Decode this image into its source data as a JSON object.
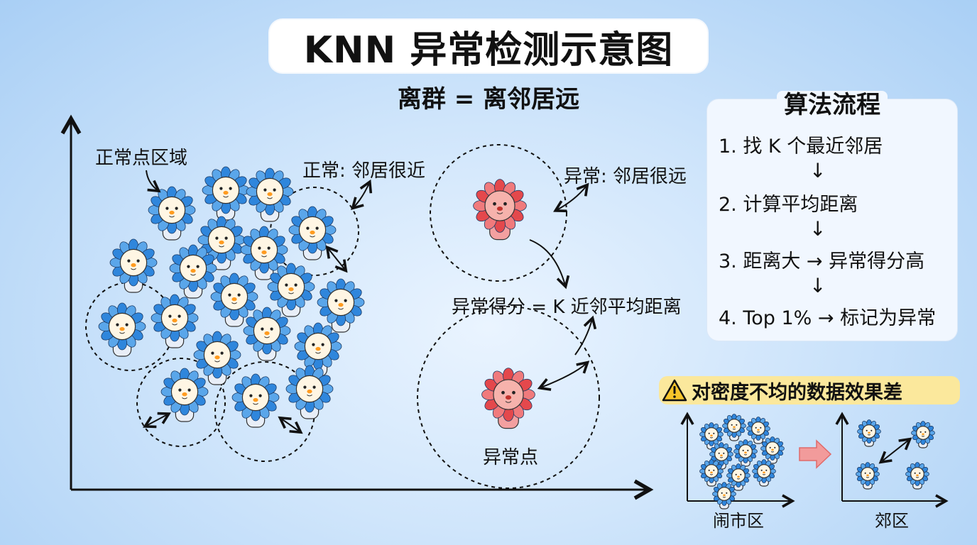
{
  "title": "KNN 异常检测示意图",
  "subtitle": "离群 = 离邻居远",
  "labels": {
    "normal_region": "正常点区域",
    "normal_near": "正常: 邻居很近",
    "anomaly_far": "异常: 邻居很远",
    "score_formula": "异常得分 = K 近邻平均距离",
    "anomaly_point": "异常点"
  },
  "algorithm": {
    "title": "算法流程",
    "steps": [
      "1. 找 K 个最近邻居",
      "2. 计算平均距离",
      "3. 距离大 → 异常得分高",
      "4. Top 1% → 标记为异常"
    ],
    "step_arrow": "↓"
  },
  "warning": {
    "text": "对密度不均的数据效果差",
    "icon": "warning-triangle-icon",
    "dense_label": "闹市区",
    "sparse_label": "郊区"
  },
  "colors": {
    "normal_petal": "#2f86dc",
    "normal_petal_light": "#5aa6ea",
    "anomaly_petal": "#e4484c",
    "face": "#fff6e4",
    "nose": "#ff9b1f",
    "warning_bg": "#fbe89c"
  }
}
